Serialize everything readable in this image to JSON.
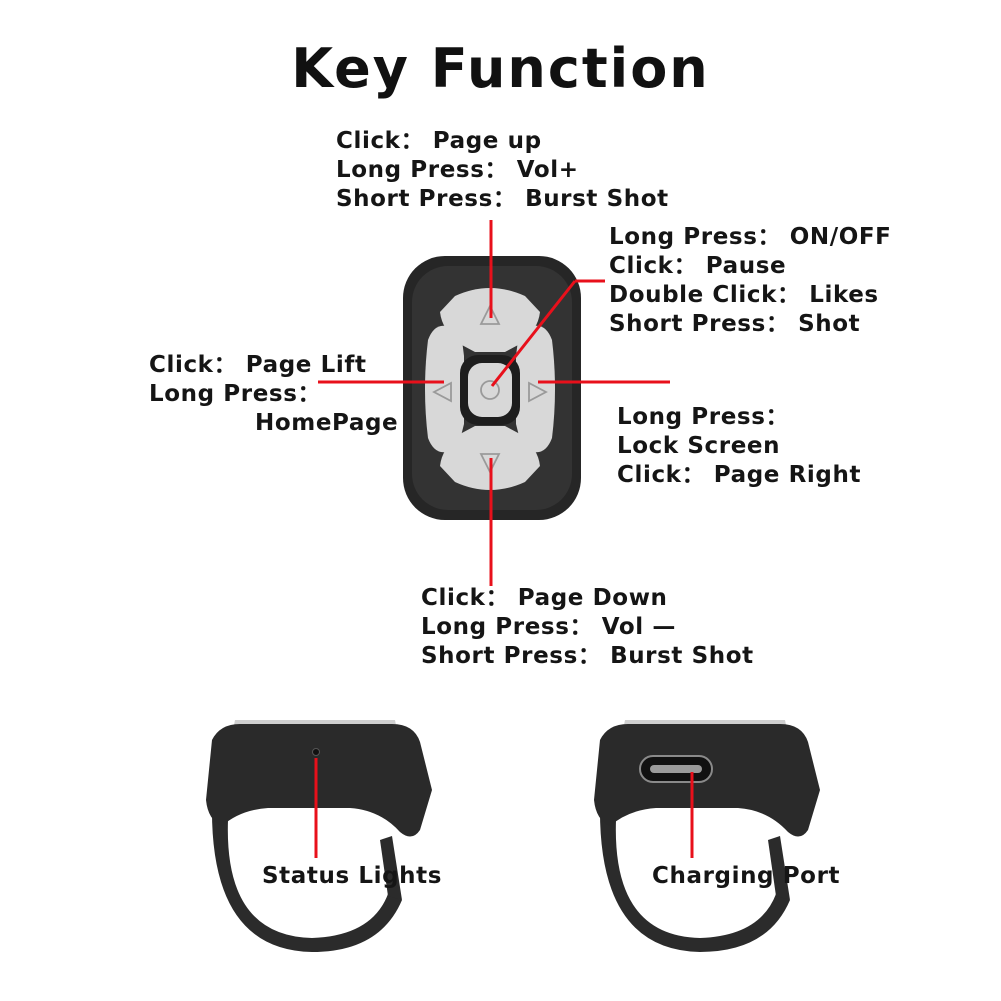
{
  "title": "Key Function",
  "up": [
    "Click： Page up",
    "Long Press： Vol+",
    "Short Press： Burst Shot"
  ],
  "center": [
    "Long Press： ON/OFF",
    "Click： Pause",
    "Double Click： Likes",
    "Short Press： Shot"
  ],
  "left": [
    "Click： Page Lift",
    "Long Press：",
    "HomePage"
  ],
  "right": [
    "Long Press：",
    "Lock Screen",
    "Click： Page Right"
  ],
  "down": [
    "Click： Page Down",
    "Long Press： Vol —",
    "Short Press： Burst Shot"
  ],
  "status_lights": "Status Lights",
  "charging_port": "Charging Port",
  "colors": {
    "line": "#e8101b",
    "device": "#2a2a2a",
    "button": "#d9d9d9",
    "text": "#151515"
  },
  "icons": [
    "arrow-up-icon",
    "arrow-down-icon",
    "arrow-left-icon",
    "arrow-right-icon",
    "power-circle-icon"
  ]
}
